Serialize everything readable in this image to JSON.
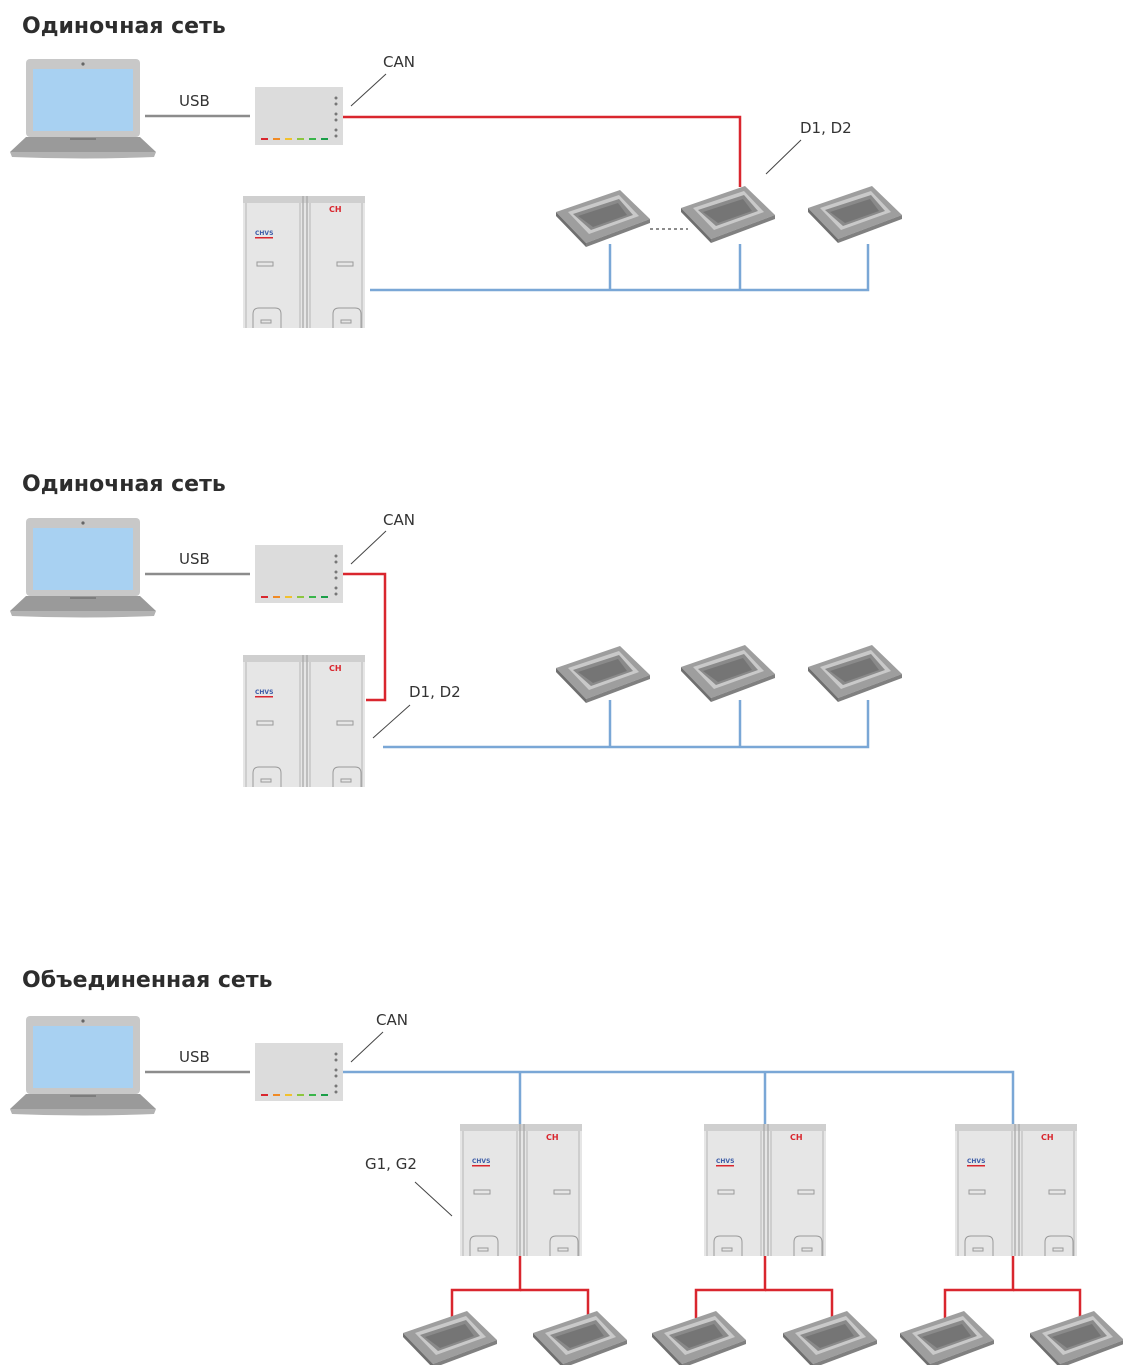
{
  "sections": [
    {
      "title": "Одиночная сеть"
    },
    {
      "title": "Одиночная сеть"
    },
    {
      "title": "Объединенная сеть"
    }
  ],
  "labels": {
    "usb": "USB",
    "can": "CAN",
    "d1d2": "D1, D2",
    "g1g2": "G1, G2",
    "brand_small": "CHVS",
    "brand_logo": "CH"
  },
  "colors": {
    "can_line": "#d9262e",
    "network_line": "#7aa7d6",
    "usb_line": "#8c8c8c",
    "screen": "#a8d1f2",
    "device_body": "#dcdcdc"
  }
}
